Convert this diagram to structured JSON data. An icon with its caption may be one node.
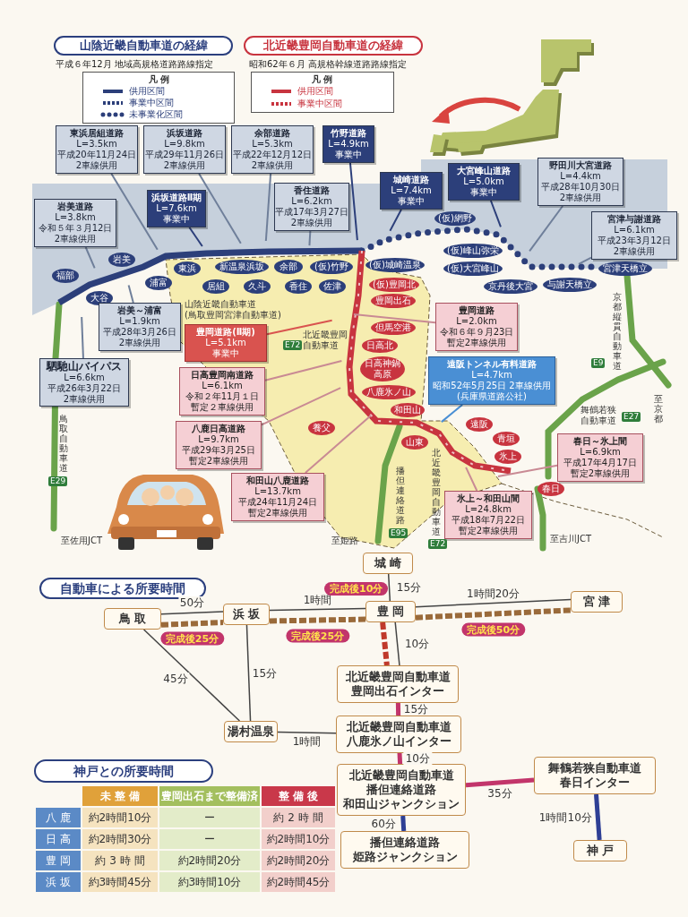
{
  "diagram": {
    "nodes": [
      {
        "text": [
          "山陰近畿自動車道の経緯"
        ]
      },
      {
        "text": [
          "北近畿豊岡自動車道の経緯"
        ]
      },
      {
        "text": [
          "東浜居組道路",
          "L=3.5km",
          "平成20年11月24日",
          "2車線供用"
        ]
      },
      {
        "text": [
          "浜坂道路",
          "L=9.8km",
          "平成29年11月26日",
          "2車線供用"
        ]
      },
      {
        "text": [
          "余部道路",
          "L=5.3km",
          "平成22年12月12日",
          "2車線供用"
        ]
      },
      {
        "text": [
          "竹野道路",
          "L=4.9km",
          "事業中"
        ]
      },
      {
        "text": [
          "浜坂道路Ⅱ期",
          "L=7.6km",
          "事業中"
        ]
      },
      {
        "text": [
          "香住道路",
          "L=6.2km",
          "平成17年3月27日",
          "2車線供用"
        ]
      },
      {
        "text": [
          "城崎道路",
          "L=7.4km",
          "事業中"
        ]
      },
      {
        "text": [
          "大宮峰山道路",
          "L=5.0km",
          "事業中"
        ]
      },
      {
        "text": [
          "野田川大宮道路",
          "L=4.4km",
          "平成28年10月30日",
          "2車線供用"
        ]
      },
      {
        "text": [
          "岩美道路",
          "L=3.8km",
          "令和５年３月12日",
          "2車線供用"
        ]
      },
      {
        "text": [
          "宮津与謝道路",
          "L=6.1km",
          "平成23年3月12日",
          "2車線供用"
        ]
      },
      {
        "text": [
          "(仮)網野"
        ]
      },
      {
        "text": [
          "新温泉浜坂"
        ]
      },
      {
        "text": [
          "久斗"
        ]
      },
      {
        "text": [
          "香住"
        ]
      },
      {
        "text": [
          "佐津"
        ]
      },
      {
        "text": [
          "(仮)竹野"
        ]
      },
      {
        "text": [
          "岩美"
        ]
      },
      {
        "text": [
          "(仮)峰山弥栄"
        ]
      },
      {
        "text": [
          "居組"
        ]
      },
      {
        "text": [
          "余部"
        ]
      },
      {
        "text": [
          "(仮)城崎温泉"
        ]
      },
      {
        "text": [
          "東浜"
        ]
      },
      {
        "text": [
          "福部"
        ]
      },
      {
        "text": [
          "(仮)大宮峰山"
        ]
      },
      {
        "text": [
          "浦富"
        ]
      },
      {
        "text": [
          "大谷"
        ]
      },
      {
        "text": [
          "京丹後大宮"
        ]
      },
      {
        "text": [
          "宮津天橋立"
        ]
      },
      {
        "text": [
          "与謝天橋立"
        ]
      },
      {
        "text": [
          "(仮)豊岡北"
        ]
      },
      {
        "text": [
          "豊岡出石"
        ]
      },
      {
        "text": [
          "但馬空港"
        ]
      },
      {
        "text": [
          "日高北"
        ]
      },
      {
        "text": [
          "日高神鍋高原"
        ]
      },
      {
        "text": [
          "八鹿氷ノ山"
        ]
      },
      {
        "text": [
          "和田山"
        ]
      },
      {
        "text": [
          "養父"
        ]
      },
      {
        "text": [
          "遠阪"
        ]
      },
      {
        "text": [
          "山東"
        ]
      },
      {
        "text": [
          "青垣"
        ]
      },
      {
        "text": [
          "氷上"
        ]
      },
      {
        "text": [
          "春日"
        ]
      },
      {
        "text": [
          "豊岡道路(Ⅱ期)",
          "L=5.1km",
          "事業中"
        ]
      },
      {
        "text": [
          "豊岡道路",
          "L=2.0km",
          "令和６年９月23日",
          "暫定2車線供用"
        ]
      },
      {
        "text": [
          "岩美～浦富",
          "L=1.9km",
          "平成28年3月26日",
          "2車線供用"
        ]
      },
      {
        "text": [
          "日高豊岡南道路",
          "L=6.1km",
          "令和２年11月１日",
          "暫定２車線供用"
        ]
      },
      {
        "text": [
          "遠阪トンネル有料道路",
          "L=4.7km",
          "昭和52年5月25日 2車線供用",
          "(兵庫県道路公社)"
        ]
      },
      {
        "text": [
          "駟馳山バイパス",
          "L=6.6km",
          "平成26年3月22日",
          "2車線供用"
        ]
      },
      {
        "text": [
          "八鹿日高道路",
          "L=9.7km",
          "平成29年3月25日",
          "暫定2車線供用"
        ]
      },
      {
        "text": [
          "春日～氷上間",
          "L=6.9km",
          "平成17年4月17日",
          "暫定2車線供用"
        ]
      },
      {
        "text": [
          "和田山八鹿道路",
          "L=13.7km",
          "平成24年11月24日",
          "暫定2車線供用"
        ]
      },
      {
        "text": [
          "氷上～和田山間",
          "L=24.8km",
          "平成18年7月22日",
          "暫定2車線供用"
        ]
      },
      {
        "text": [
          "城 崎"
        ]
      },
      {
        "text": [
          "自動車による所要時間"
        ]
      },
      {
        "text": [
          "鳥 取"
        ]
      },
      {
        "text": [
          "浜 坂"
        ]
      },
      {
        "text": [
          "豊 岡"
        ]
      },
      {
        "text": [
          "宮 津"
        ]
      },
      {
        "text": [
          "北近畿豊岡自動車道",
          "豊岡出石インター"
        ]
      },
      {
        "text": [
          "湯村温泉"
        ]
      },
      {
        "text": [
          "北近畿豊岡自動車道",
          "八鹿氷ノ山インター"
        ]
      },
      {
        "text": [
          "神戸との所要時間"
        ]
      },
      {
        "text": [
          "北近畿豊岡自動車道",
          "播但連絡道路",
          "和田山ジャンクション"
        ]
      },
      {
        "text": [
          "舞鶴若狭自動車道",
          "春日インター"
        ]
      },
      {
        "text": [
          "播但連絡道路",
          "姫路ジャンクション"
        ]
      },
      {
        "text": [
          "神 戸"
        ]
      }
    ],
    "edges": [
      {
        "from": 2,
        "to": null,
        "arrow": "none",
        "color": "#6f7f9a"
      },
      {
        "from": 3,
        "to": null,
        "arrow": "none",
        "color": "#6f7f9a"
      },
      {
        "from": 4,
        "to": null,
        "arrow": "none",
        "color": "#6f7f9a"
      },
      {
        "from": 5,
        "to": null,
        "arrow": "none",
        "color": "#2c3f7a"
      },
      {
        "from": 6,
        "to": null,
        "arrow": "none",
        "color": "#2c3f7a"
      },
      {
        "from": 7,
        "to": null,
        "arrow": "none",
        "color": "#6f7f9a"
      },
      {
        "from": 8,
        "to": null,
        "arrow": "none",
        "color": "#2c3f7a"
      },
      {
        "from": 9,
        "to": null,
        "arrow": "none",
        "color": "#2c3f7a"
      },
      {
        "from": 10,
        "to": null,
        "arrow": "none",
        "color": "#6f7f9a"
      },
      {
        "from": 11,
        "to": null,
        "arrow": "none",
        "color": "#6f7f9a"
      },
      {
        "from": 12,
        "to": null,
        "arrow": "none",
        "color": "#6f7f9a"
      },
      {
        "from": 45,
        "to": null,
        "arrow": "none",
        "color": "#d9534f"
      },
      {
        "from": 46,
        "to": null,
        "arrow": "none",
        "color": "#c98a94"
      },
      {
        "from": 47,
        "to": null,
        "arrow": "none",
        "color": "#6f7f9a"
      },
      {
        "from": 48,
        "to": null,
        "arrow": "none",
        "color": "#c98a94"
      },
      {
        "from": 49,
        "to": null,
        "arrow": "none",
        "color": "#4a8fd4"
      },
      {
        "from": 50,
        "to": null,
        "arrow": "none",
        "color": "#6f7f9a"
      },
      {
        "from": 51,
        "to": null,
        "arrow": "none",
        "color": "#c98a94"
      },
      {
        "from": 52,
        "to": null,
        "arrow": "none",
        "color": "#c98a94"
      },
      {
        "from": 53,
        "to": null,
        "arrow": "none",
        "color": "#c98a94"
      },
      {
        "from": 54,
        "to": null,
        "arrow": "none",
        "color": "#c98a94"
      },
      {
        "from": 57,
        "to": 58,
        "arrow": "none",
        "label": "50分"
      },
      {
        "from": 57,
        "to": 58,
        "arrow": "none",
        "label": "完成後25分",
        "style": "dashed",
        "color": "#9a6a3a"
      },
      {
        "from": 58,
        "to": 59,
        "arrow": "none",
        "label": "1時間"
      },
      {
        "from": 58,
        "to": 59,
        "arrow": "none",
        "label": "完成後25分",
        "style": "dashed",
        "color": "#9a6a3a"
      },
      {
        "from": 59,
        "to": 60,
        "arrow": "none",
        "label": "1時間20分"
      },
      {
        "from": 59,
        "to": 60,
        "arrow": "none",
        "label": "完成後50分",
        "style": "dashed",
        "color": "#9a6a3a"
      },
      {
        "from": 55,
        "to": 59,
        "arrow": "none",
        "label": "15分"
      },
      {
        "from": 59,
        "to": 61,
        "arrow": "none",
        "label": "10分"
      },
      {
        "from": 59,
        "to": 61,
        "arrow": "none",
        "style": "dashed",
        "color": "#c0392b"
      },
      {
        "from": 57,
        "to": 62,
        "arrow": "none",
        "label": "45分"
      },
      {
        "from": 58,
        "to": 62,
        "arrow": "none",
        "label": "15分"
      },
      {
        "from": 62,
        "to": 63,
        "arrow": "none",
        "label": "1時間"
      },
      {
        "from": 61,
        "to": 63,
        "arrow": "none",
        "label": "15分",
        "style": "thick",
        "color": "#c2356b"
      },
      {
        "from": 63,
        "to": 65,
        "arrow": "none",
        "label": "10分",
        "style": "thick",
        "color": "#c2356b"
      },
      {
        "from": 65,
        "to": 66,
        "arrow": "none",
        "label": "35分",
        "style": "thick",
        "color": "#c2356b"
      },
      {
        "from": 65,
        "to": 67,
        "arrow": "none",
        "label": "60分",
        "style": "thick",
        "color": "#2e3f95"
      },
      {
        "from": 66,
        "to": 68,
        "arrow": "none",
        "label": "1時間10分",
        "style": "thick",
        "color": "#2e3f95"
      }
    ],
    "labels": [
      "平成６年12月 地域高規格道路路線指定",
      "昭和62年６月 高規格幹線道路路線指定",
      "凡 例",
      "凡 例",
      "山陰近畿自動車道",
      "(鳥取豊岡宮津自動車道)",
      "北近畿豊岡自動車道",
      "E72",
      "京都縦貫自動車道",
      "E9",
      "舞鶴若狭自動車道",
      "E27",
      "至京都",
      "鳥取自動車道",
      "E29",
      "播但連絡道路",
      "E95",
      "北近畿豊岡自動車道",
      "E72",
      "至佐用JCT",
      "至姫路",
      "至吉川JCT",
      "完成後10分",
      "未 整 備",
      "豊岡出石まで整備済",
      "整 備 後",
      "八 鹿",
      "約2時間10分",
      "ー",
      "約 2 時 間",
      "日 高",
      "約2時間30分",
      "ー",
      "約2時間10分",
      "豊 岡",
      "約 3 時 間",
      "約2時間20分",
      "約2時間20分",
      "浜 坂",
      "約3時間45分",
      "約3時間10分",
      "約2時間45分"
    ],
    "legend": [
      {
        "text": "供用区間"
      },
      {
        "text": "事業中区間"
      },
      {
        "text": "未事業化区間"
      },
      {
        "text": "供用区間"
      },
      {
        "text": "事業中区間"
      }
    ]
  }
}
